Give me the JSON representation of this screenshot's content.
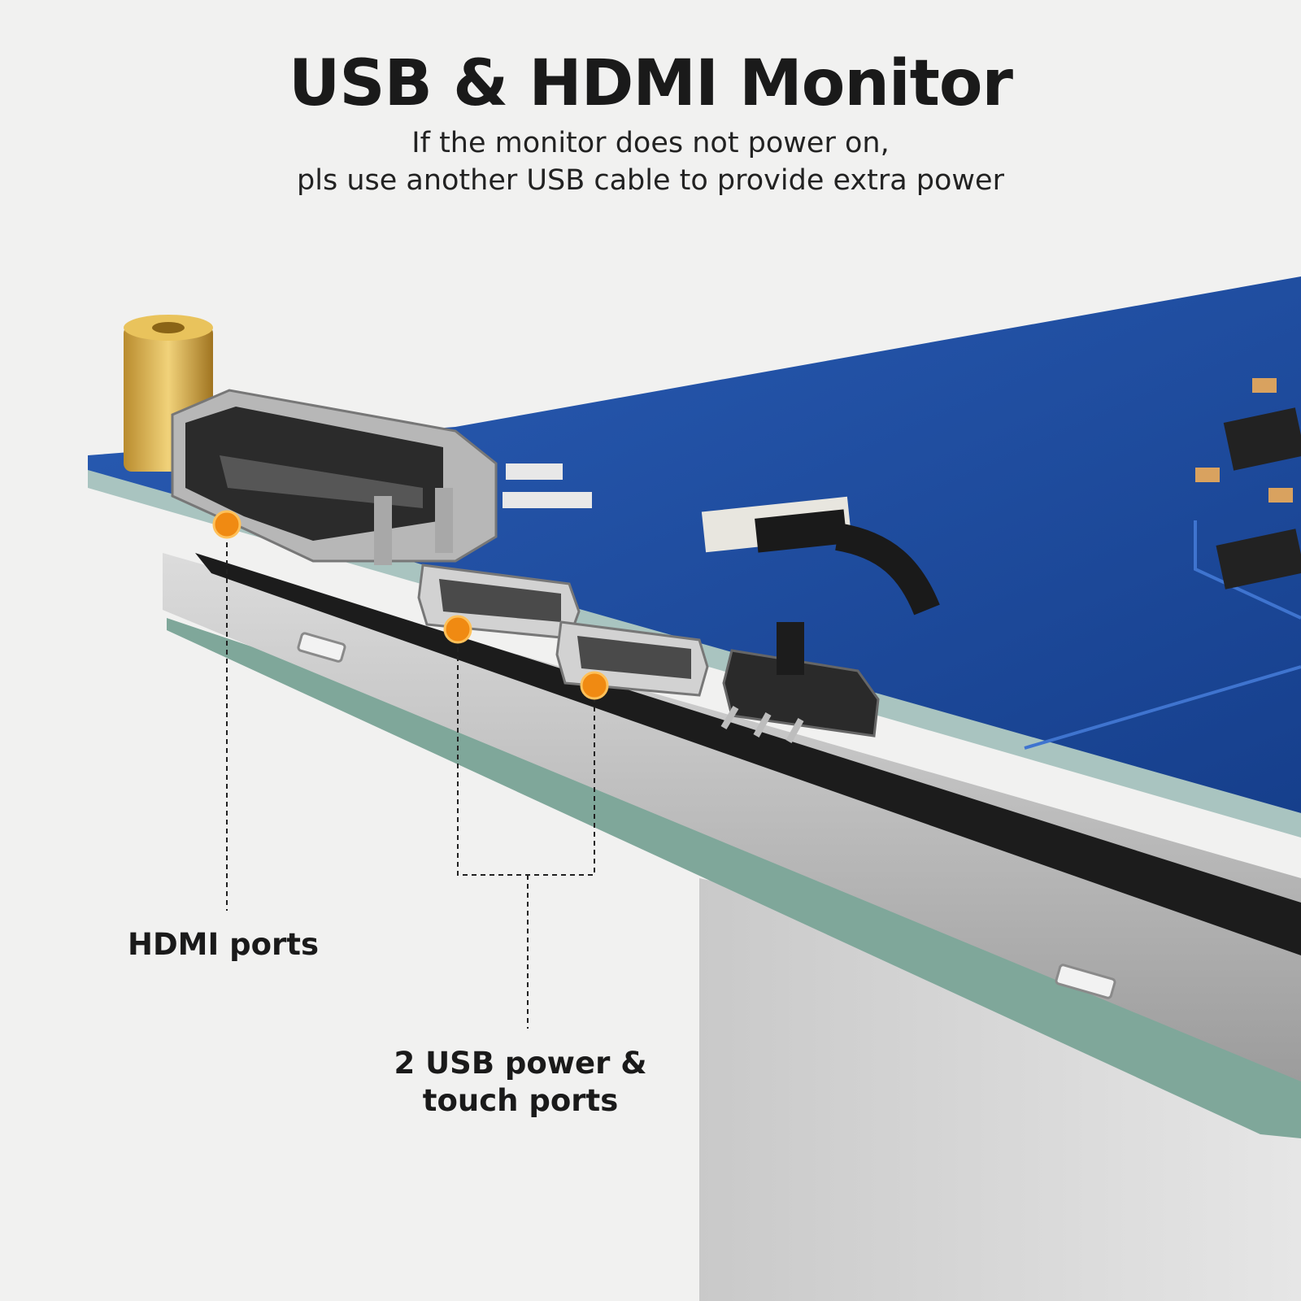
{
  "header": {
    "title": "USB & HDMI Monitor",
    "subtitle_line1": "If the monitor does not power on,",
    "subtitle_line2": "pls use another USB cable to provide extra power"
  },
  "callouts": {
    "hdmi": "HDMI ports",
    "usb_line1": "2 USB power &",
    "usb_line2": "touch ports"
  },
  "colors": {
    "background": "#f1f1f0",
    "pcb_blue": "#1f4fa3",
    "marker_orange": "#f08a12",
    "text_dark": "#1a1a1a"
  }
}
